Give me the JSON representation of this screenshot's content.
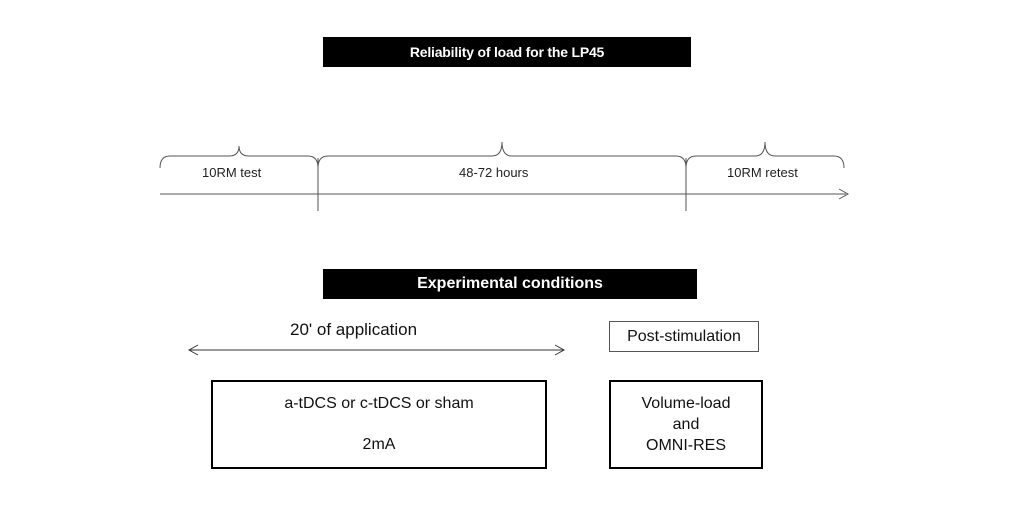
{
  "reliability": {
    "title": "Reliability of load for the LP45",
    "segments": [
      "10RM test",
      "48-72 hours",
      "10RM retest"
    ]
  },
  "experimental": {
    "title": "Experimental conditions",
    "application_label": "20' of application",
    "post_label": "Post-stimulation",
    "stimulation_box": {
      "line1": "a-tDCS or c-tDCS or sham",
      "line2": "2mA"
    },
    "outcome_box": {
      "line1": "Volume-load",
      "line2": "and",
      "line3": "OMNI-RES"
    }
  }
}
